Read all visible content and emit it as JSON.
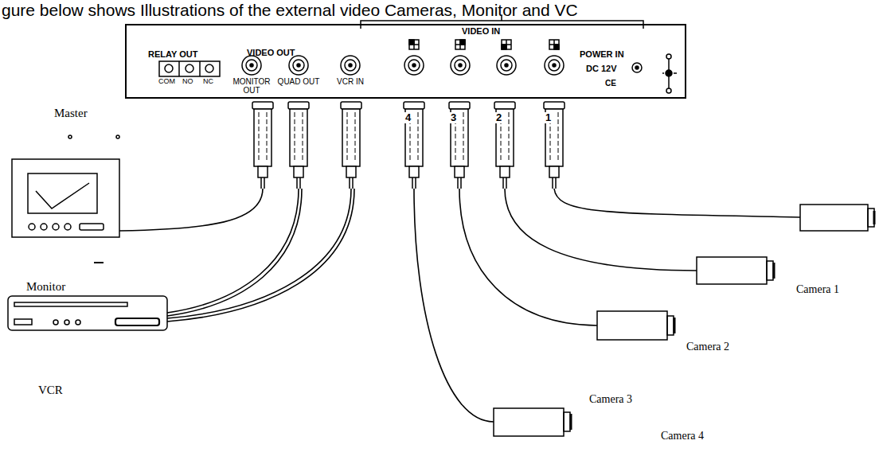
{
  "diagram": {
    "title": "gure below shows Illustrations of the external video Cameras, Monitor and VC",
    "nodes": [
      {
        "text": [
          "RELAY OUT",
          "COM",
          "NO",
          "NC",
          "VIDEO OUT",
          "MONITOR OUT",
          "QUAD OUT",
          "VCR IN",
          "VIDEO IN",
          "POWER IN",
          "DC 12V",
          "CE"
        ]
      }
    ],
    "labels": [
      "Master",
      "Monitor",
      "VCR",
      "Camera 1",
      "Camera 2",
      "Camera 3",
      "Camera 4",
      "4",
      "3",
      "2",
      "1"
    ]
  }
}
